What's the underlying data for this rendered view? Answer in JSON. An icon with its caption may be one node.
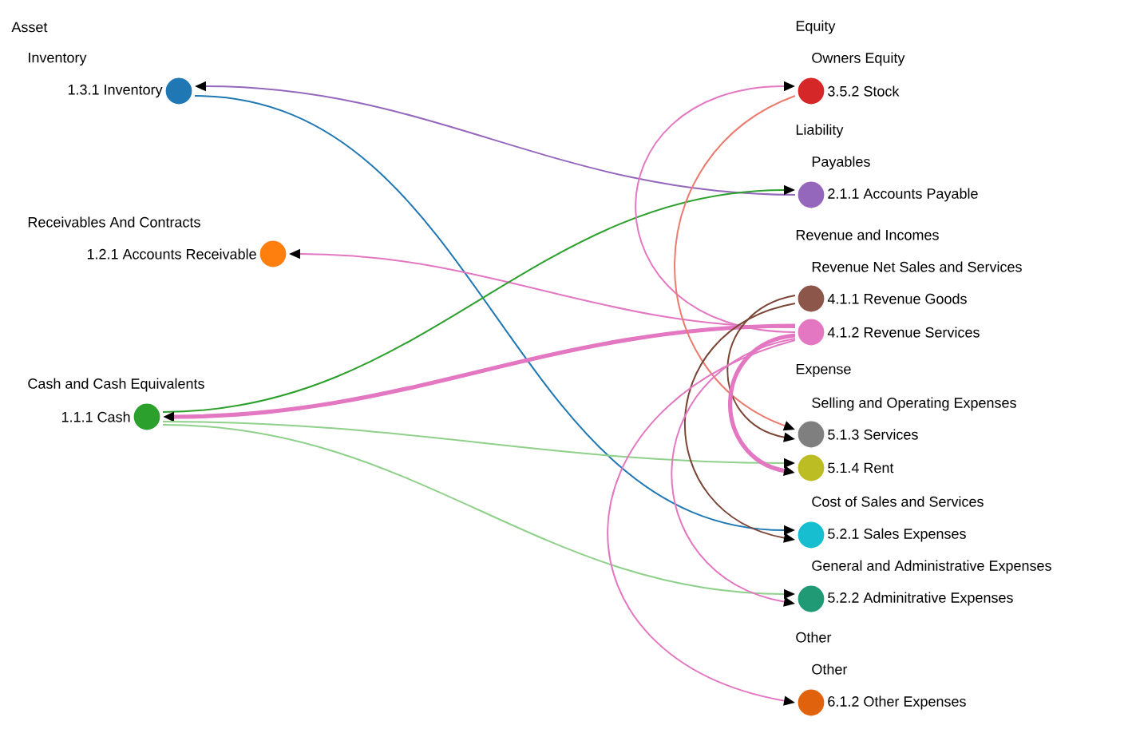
{
  "diagram": {
    "nodes": [
      {
        "text": [
          "1.3.1 Inventory"
        ]
      },
      {
        "text": [
          "1.2.1 Accounts Receivable"
        ]
      },
      {
        "text": [
          "1.1.1 Cash"
        ]
      },
      {
        "text": [
          "3.5.2 Stock"
        ]
      },
      {
        "text": [
          "2.1.1 Accounts Payable"
        ]
      },
      {
        "text": [
          "4.1.1 Revenue Goods"
        ]
      },
      {
        "text": [
          "4.1.2 Revenue Services"
        ]
      },
      {
        "text": [
          "5.1.3 Services"
        ]
      },
      {
        "text": [
          "5.1.4 Rent"
        ]
      },
      {
        "text": [
          "5.2.1 Sales Expenses"
        ]
      },
      {
        "text": [
          "5.2.2 Adminitrative Expenses"
        ]
      },
      {
        "text": [
          "6.1.2 Other Expenses"
        ]
      }
    ],
    "edges": [
      {
        "from": 4,
        "to": 0,
        "arrow": "to",
        "color": "#9467bd"
      },
      {
        "from": 0,
        "to": 9,
        "arrow": "to",
        "color": "#1f77b4"
      },
      {
        "from": 6,
        "to": 1,
        "arrow": "to"
      },
      {
        "from": 2,
        "to": 4,
        "arrow": "to",
        "color": "#2ca02c"
      },
      {
        "from": 6,
        "to": 2,
        "arrow": "to",
        "style": "thick"
      },
      {
        "from": 2,
        "to": 8,
        "arrow": "to",
        "color": "#8fd08a"
      },
      {
        "from": 2,
        "to": 10,
        "arrow": "to",
        "color": "#8fd08a"
      },
      {
        "from": 6,
        "to": 3,
        "arrow": "to"
      },
      {
        "from": 3,
        "to": 7,
        "arrow": "to",
        "color": "#ec7b6f"
      },
      {
        "from": 5,
        "to": 7,
        "arrow": "to",
        "color": "#7b4536"
      },
      {
        "from": 5,
        "to": 9,
        "arrow": "to",
        "color": "#7b4536"
      },
      {
        "from": 6,
        "to": 8,
        "arrow": "to",
        "style": "thick"
      },
      {
        "from": 6,
        "to": 10,
        "arrow": "to"
      },
      {
        "from": 6,
        "to": 11,
        "arrow": "to"
      }
    ],
    "labels": [
      "Asset",
      "Inventory",
      "Receivables And Contracts",
      "Cash and Cash Equivalents",
      "Equity",
      "Owners Equity",
      "Liability",
      "Payables",
      "Revenue and Incomes",
      "Revenue Net Sales and Services",
      "Expense",
      "Selling and Operating Expenses",
      "Cost of Sales and Services",
      "General and Administrative Expenses",
      "Other",
      "Other"
    ]
  }
}
